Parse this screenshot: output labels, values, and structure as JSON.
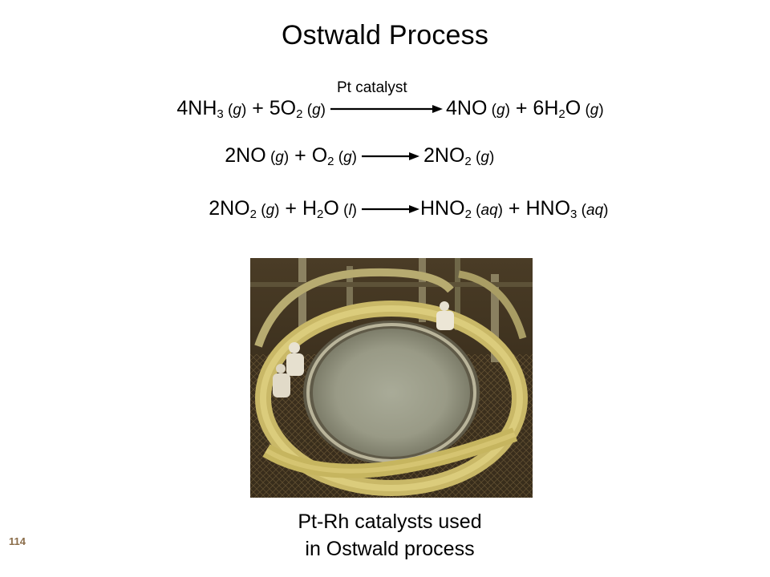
{
  "slide": {
    "title": "Ostwald Process",
    "page_number": "114",
    "accent_color": "#8b6d4a"
  },
  "equations": [
    {
      "catalyst": "Pt catalyst",
      "left": [
        {
          "text": "4NH",
          "sub": "3",
          "state": "g"
        },
        {
          "plus": " + "
        },
        {
          "text": "5O",
          "sub": "2",
          "state": "g"
        }
      ],
      "right": [
        {
          "text": "4NO",
          "state": "g"
        },
        {
          "plus": " + "
        },
        {
          "text": "6H",
          "sub": "2",
          "tail": "O",
          "state": "g"
        }
      ]
    },
    {
      "left": [
        {
          "text": "2NO",
          "state": "g"
        },
        {
          "plus": " + "
        },
        {
          "text": "O",
          "sub": "2",
          "state": "g"
        }
      ],
      "right": [
        {
          "text": "2NO",
          "sub": "2",
          "state": "g"
        }
      ]
    },
    {
      "left": [
        {
          "text": "2NO",
          "sub": "2",
          "state": "g"
        },
        {
          "plus": " + "
        },
        {
          "text": "H",
          "sub": "2",
          "tail": "O",
          "state": "l"
        }
      ],
      "right": [
        {
          "text": "HNO",
          "sub": "2",
          "state": "aq"
        },
        {
          "plus": " + "
        },
        {
          "text": "HNO",
          "sub": "3",
          "state": "aq"
        }
      ]
    }
  ],
  "caption": {
    "line1": "Pt-Rh catalysts used",
    "line2": "in Ostwald process"
  }
}
